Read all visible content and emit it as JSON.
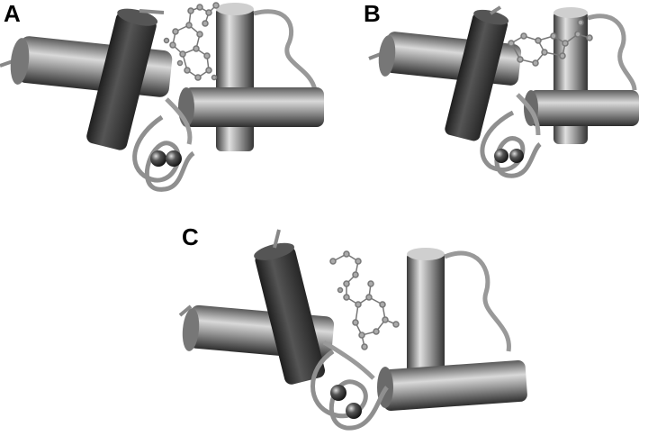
{
  "figure": {
    "panels": [
      {
        "label": "A",
        "ligand_orientation": "upright"
      },
      {
        "label": "B",
        "ligand_orientation": "tilted"
      },
      {
        "label": "C",
        "ligand_orientation": "extended"
      }
    ],
    "colors": {
      "background": "#ffffff",
      "helix_dark": "#3a3a3a",
      "helix_light": "#bdbdbd",
      "metal_ion": "#2a2a2a",
      "loop": "#9a9a9a"
    }
  }
}
